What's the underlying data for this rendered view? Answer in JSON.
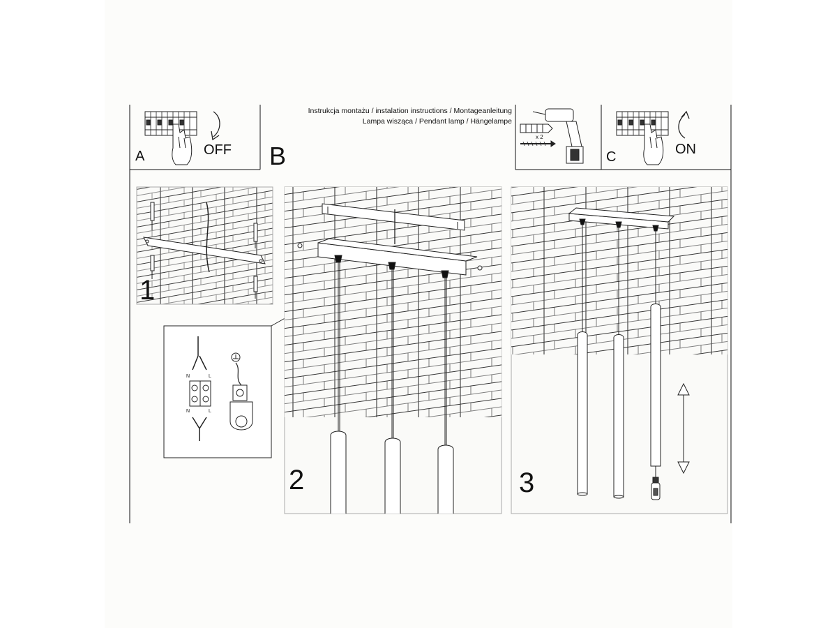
{
  "header": {
    "title_line1": "Instrukcja montażu / instalation instructions / Montageanleitung",
    "title_line2": "Lampa wisząca / Pendant lamp / Hängelampe"
  },
  "steps": {
    "A": {
      "letter": "A",
      "action": "OFF"
    },
    "B": {
      "letter": "B"
    },
    "C": {
      "letter": "C",
      "action": "ON"
    },
    "s1": {
      "number": "1"
    },
    "s2": {
      "number": "2"
    },
    "s3": {
      "number": "3"
    }
  },
  "tools": {
    "quantity": "x 2"
  },
  "wiring": {
    "n_top": "N",
    "l_top": "L",
    "n_bottom": "N",
    "l_bottom": "L"
  }
}
